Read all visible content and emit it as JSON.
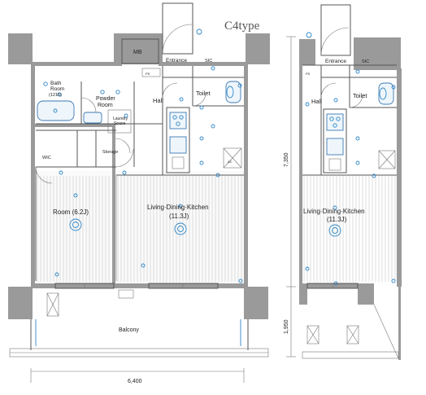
{
  "title": "C4type",
  "plan_a": {
    "labels": {
      "mb": "MB",
      "entrance": "Entrance",
      "sic": "SIC",
      "bath": "Bath",
      "bath_room": "Room",
      "bath_size": "(1216)",
      "powder_1": "Powder",
      "powder_2": "Room",
      "hall": "Hall",
      "toilet": "Toilet",
      "laundry_1": "Laundry",
      "laundry_2": "Space",
      "storage": "Storage",
      "wic": "WIC",
      "room": "Room (6.2J)",
      "ldk": "Living·Dining·Kitchen",
      "ldk_size": "(11.3J)",
      "balcony": "Balcony",
      "ps": "PS",
      "ac": "AC"
    },
    "dimensions": {
      "width": "6,400",
      "depth_main": "7,350",
      "depth_balcony": "1,950"
    }
  },
  "plan_b": {
    "labels": {
      "entrance": "Entrance",
      "sic": "SIC",
      "hall": "Hall",
      "toilet": "Toilet",
      "ldk": "Living·Dining·Kitchen",
      "ldk_size": "(11.3J)",
      "ps": "PS"
    }
  },
  "colors": {
    "wall": "#9a9a9a",
    "fixture_blue": "#2f86c8",
    "line": "#555555"
  }
}
